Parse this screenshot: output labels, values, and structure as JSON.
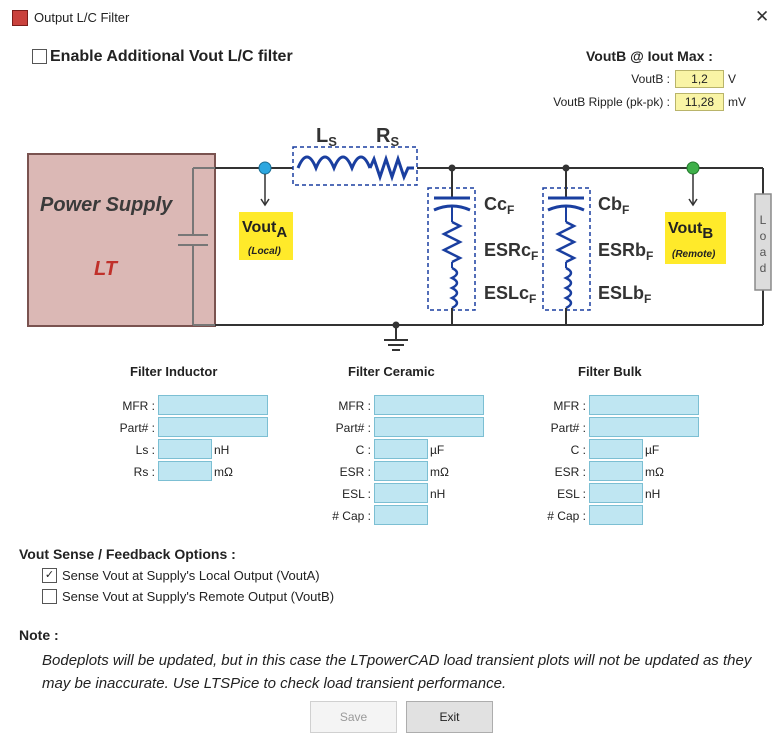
{
  "window": {
    "title": "Output L/C Filter",
    "close_glyph": "✕"
  },
  "enable": {
    "label": "Enable Additional Vout L/C filter",
    "checked": false
  },
  "voutb_max": {
    "heading": "VoutB @ Iout Max :",
    "voutb_label": "VoutB :",
    "voutb_value": "1,2",
    "voutb_unit": "V",
    "ripple_label": "VoutB Ripple (pk-pk) :",
    "ripple_value": "11,28",
    "ripple_unit": "mV"
  },
  "schematic": {
    "power_supply": "Power Supply",
    "lt_logo": "LT",
    "ls_main": "L",
    "ls_sub": "S",
    "rs_main": "R",
    "rs_sub": "S",
    "cc_main": "Cc",
    "cc_sub": "F",
    "esrc_main": "ESRc",
    "esrc_sub": "F",
    "eslc_main": "ESLc",
    "eslc_sub": "F",
    "cb_main": "Cb",
    "cb_sub": "F",
    "esrb_main": "ESRb",
    "esrb_sub": "F",
    "eslb_main": "ESLb",
    "eslb_sub": "F",
    "vouta_main": "Vout",
    "vouta_sub": "A",
    "vouta_note": "(Local)",
    "voutb_main": "Vout",
    "voutb_sub": "B",
    "voutb_note": "(Remote)",
    "load_letters": [
      "L",
      "o",
      "a",
      "d"
    ],
    "colors": {
      "supply_fill": "#dbb8b5",
      "supply_border": "#7a5350",
      "component_blue": "#1a3fa0",
      "label_yellow": "#ffea2a",
      "node_blue": "#2da7e0",
      "node_green": "#3fb04a"
    }
  },
  "filter_inductor": {
    "title": "Filter Inductor",
    "mfr_label": "MFR :",
    "part_label": "Part# :",
    "ls_label": "Ls :",
    "ls_unit": "nH",
    "rs_label": "Rs :",
    "rs_unit": "mΩ"
  },
  "filter_ceramic": {
    "title": "Filter Ceramic",
    "mfr_label": "MFR :",
    "part_label": "Part# :",
    "c_label": "C :",
    "c_unit": "µF",
    "esr_label": "ESR :",
    "esr_unit": "mΩ",
    "esl_label": "ESL :",
    "esl_unit": "nH",
    "cap_label": "# Cap :"
  },
  "filter_bulk": {
    "title": "Filter Bulk",
    "mfr_label": "MFR :",
    "part_label": "Part# :",
    "c_label": "C :",
    "c_unit": "µF",
    "esr_label": "ESR :",
    "esr_unit": "mΩ",
    "esl_label": "ESL :",
    "esl_unit": "nH",
    "cap_label": "# Cap :"
  },
  "sense": {
    "title": "Vout Sense / Feedback Options :",
    "local_label": "Sense Vout at Supply's Local Output (VoutA)",
    "local_checked": true,
    "remote_label": "Sense Vout at Supply's Remote Output (VoutB)",
    "remote_checked": false
  },
  "note": {
    "title": "Note :",
    "text": "Bodeplots will be updated, but in this case the LTpowerCAD load transient plots will not be updated as they may be inaccurate. Use LTSPice to check load transient performance."
  },
  "buttons": {
    "save": "Save",
    "exit": "Exit"
  },
  "check_glyph": "✓"
}
